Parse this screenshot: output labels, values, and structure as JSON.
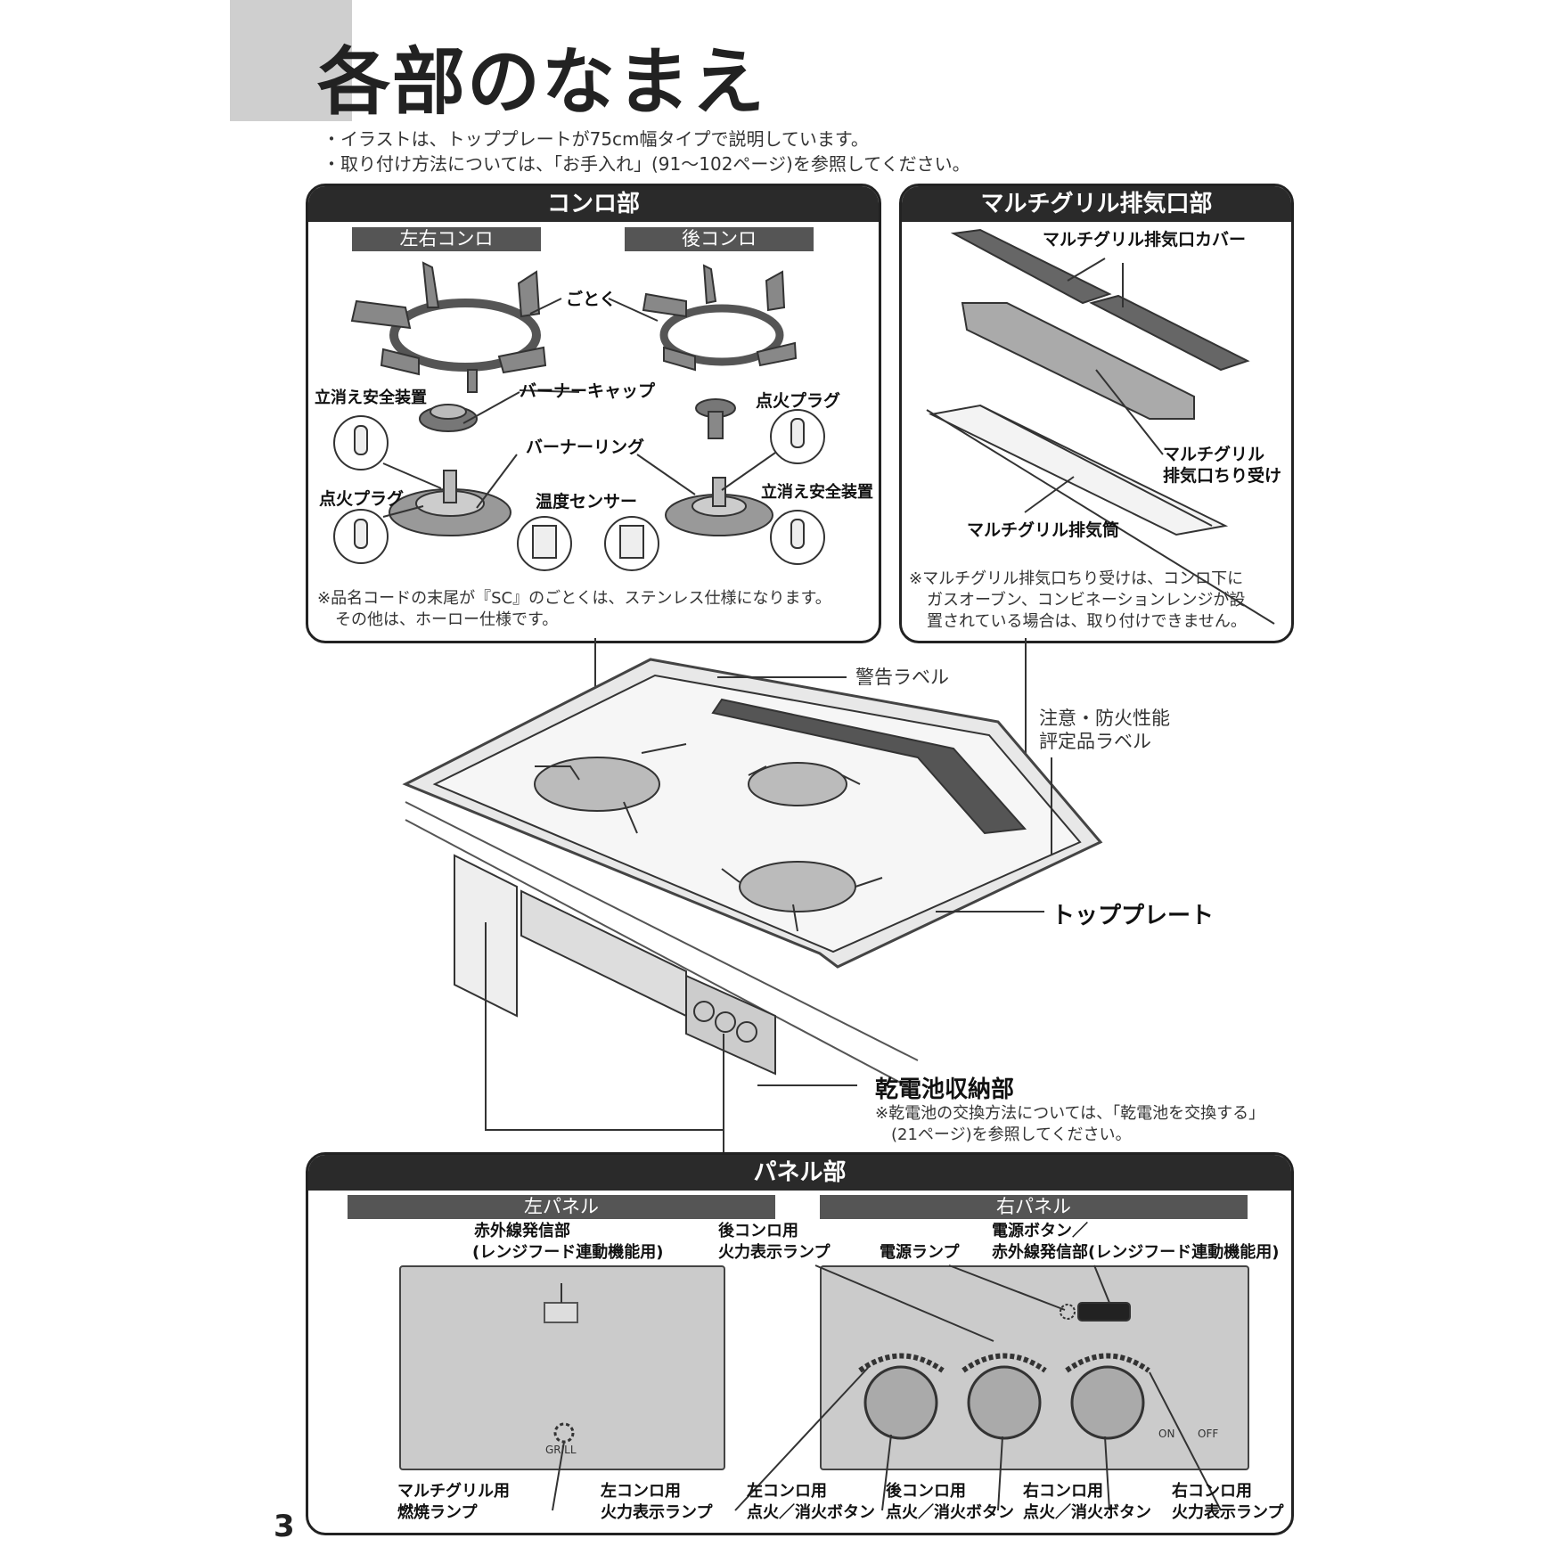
{
  "page": {
    "title": "各部のなまえ",
    "page_number": "3",
    "notes": [
      "・イラストは、トッププレートが75cm幅タイプで説明しています。",
      "・取り付け方法については、「お手入れ」(91～102ページ)を参照してください。"
    ]
  },
  "konro": {
    "header": "コンロ部",
    "left_right_title": "左右コンロ",
    "rear_title": "後コンロ",
    "labels": {
      "gotoku": "ごとく",
      "burner_cap": "バーナーキャップ",
      "ignition_plug_right": "点火プラグ",
      "safety_left": "立消え安全装置",
      "burner_ring": "バーナーリング",
      "ignition_plug_left": "点火プラグ",
      "temp_sensor": "温度センサー",
      "safety_right": "立消え安全装置"
    },
    "footnote_1": "※品名コードの末尾が『SC』のごとくは、ステンレス仕様になります。",
    "footnote_2": "その他は、ホーロー仕様です。"
  },
  "grill_exhaust": {
    "header": "マルチグリル排気口部",
    "cover": "マルチグリル排気口カバー",
    "dust_catcher_1": "マルチグリル",
    "dust_catcher_2": "排気口ちり受け",
    "duct": "マルチグリル排気筒",
    "note_1": "※マルチグリル排気口ちり受けは、コンロ下に",
    "note_2": "ガスオーブン、コンビネーションレンジが設",
    "note_3": "置されている場合は、取り付けできません。"
  },
  "main": {
    "warning_label": "警告ラベル",
    "caution_label_1": "注意・防火性能",
    "caution_label_2": "評定品ラベル",
    "top_plate": "トッププレート",
    "battery": "乾電池収納部",
    "battery_note_1": "※乾電池の交換方法については、「乾電池を交換する」",
    "battery_note_2": "(21ページ)を参照してください。"
  },
  "panel": {
    "header": "パネル部",
    "left_title": "左パネル",
    "right_title": "右パネル",
    "ir_sender_1": "赤外線発信部",
    "ir_sender_2": "(レンジフード連動機能用)",
    "rear_lamp_1": "後コンロ用",
    "rear_lamp_2": "火力表示ランプ",
    "power_lamp": "電源ランプ",
    "power_btn_1": "電源ボタン／",
    "power_btn_2": "赤外線発信部(レンジフード連動機能用)",
    "grill_text": "GRILL",
    "on_text": "ON",
    "off_text": "OFF",
    "bottom": {
      "grill_lamp_1": "マルチグリル用",
      "grill_lamp_2": "燃焼ランプ",
      "left_lamp_1": "左コンロ用",
      "left_lamp_2": "火力表示ランプ",
      "left_btn_1": "左コンロ用",
      "left_btn_2": "点火／消火ボタン",
      "rear_btn_1": "後コンロ用",
      "rear_btn_2": "点火／消火ボタン",
      "right_btn_1": "右コンロ用",
      "right_btn_2": "点火／消火ボタン",
      "right_lamp_1": "右コンロ用",
      "right_lamp_2": "火力表示ランプ"
    }
  }
}
